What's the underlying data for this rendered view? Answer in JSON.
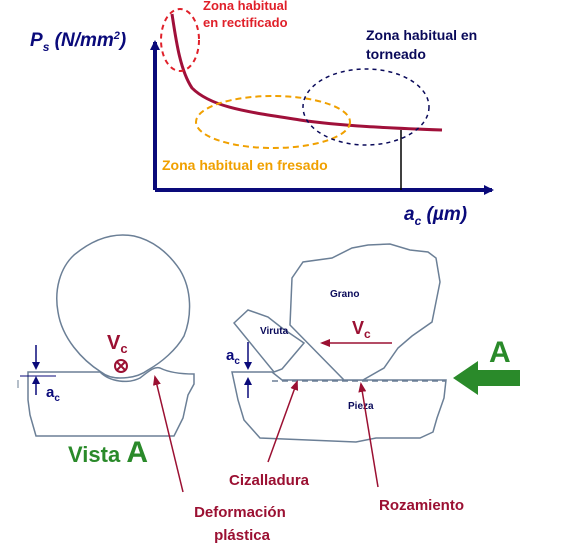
{
  "graph": {
    "y_axis_label": "P",
    "y_axis_sub": "s",
    "y_axis_unit": " (N/mm",
    "y_axis_sup": "2",
    "y_axis_close": ")",
    "x_axis_label": "a",
    "x_axis_sub": "c",
    "x_axis_unit": " (µm)",
    "zones": {
      "rectificado_line1": "Zona habitual",
      "rectificado_line2": "en rectificado",
      "torneado_line1": "Zona habitual en",
      "torneado_line2": "torneado",
      "fresado": "Zona habitual en fresado"
    }
  },
  "left_view": {
    "vc_label": "V",
    "vc_sub": "c",
    "ac_label": "a",
    "ac_sub": "c",
    "vista_word": "Vista ",
    "vista_letter": "A"
  },
  "right_view": {
    "grano": "Grano",
    "viruta": "Viruta",
    "pieza": "Pieza",
    "vc_label": "V",
    "vc_sub": "c",
    "ac_label": "a",
    "ac_sub": "c",
    "direction_letter": "A"
  },
  "labels": {
    "cizalladura": "Cizalladura",
    "rozamiento": "Rozamiento",
    "deformacion_line1": "Deformación",
    "deformacion_line2": "plástica"
  },
  "colors": {
    "axis": "#0a0a7a",
    "curve": "#a0103a",
    "label_red": "#9b1032",
    "zone_red": "#e0202a",
    "zone_orange": "#f0a000",
    "green": "#2a8a2a",
    "outline": "#6b7f96"
  }
}
